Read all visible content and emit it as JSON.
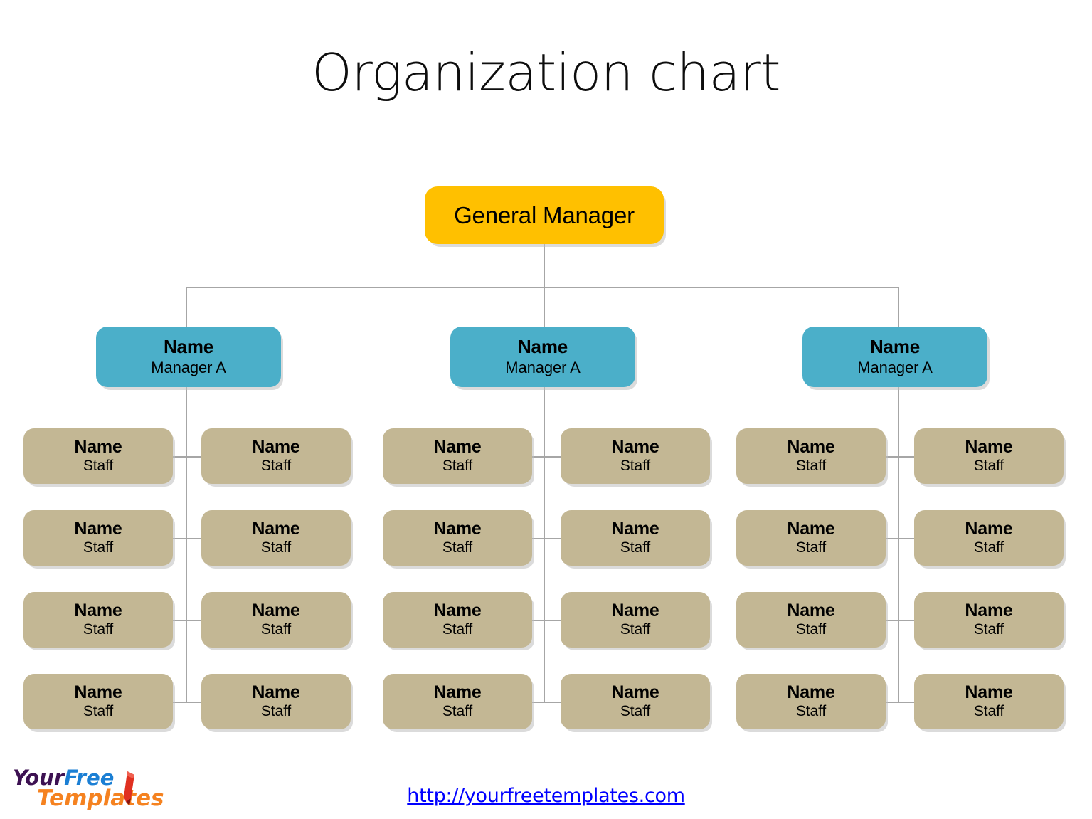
{
  "page": {
    "title": "Organization chart",
    "background_color": "#ffffff"
  },
  "colors": {
    "top_node": "#ffc000",
    "manager_node": "#4bafc9",
    "staff_node": "#c3b794",
    "connector": "#a6a6a6",
    "divider": "#e4e4e4",
    "text": "#000000",
    "link": "#0000ff",
    "logo_your": "#3d1152",
    "logo_free": "#1b7fd4",
    "logo_templates": "#f58220",
    "logo_pencil": "#e03020"
  },
  "chart_data": {
    "type": "diagram",
    "diagram_type": "organization-chart",
    "title": "Organization chart",
    "levels": 3,
    "root": {
      "label": "General Manager",
      "level": 0,
      "style": "top"
    },
    "branches": [
      {
        "id": "branch-1",
        "manager": {
          "name": "Name",
          "role": "Manager A"
        },
        "staff": [
          {
            "name": "Name",
            "role": "Staff"
          },
          {
            "name": "Name",
            "role": "Staff"
          },
          {
            "name": "Name",
            "role": "Staff"
          },
          {
            "name": "Name",
            "role": "Staff"
          },
          {
            "name": "Name",
            "role": "Staff"
          },
          {
            "name": "Name",
            "role": "Staff"
          },
          {
            "name": "Name",
            "role": "Staff"
          },
          {
            "name": "Name",
            "role": "Staff"
          }
        ]
      },
      {
        "id": "branch-2",
        "manager": {
          "name": "Name",
          "role": "Manager A"
        },
        "staff": [
          {
            "name": "Name",
            "role": "Staff"
          },
          {
            "name": "Name",
            "role": "Staff"
          },
          {
            "name": "Name",
            "role": "Staff"
          },
          {
            "name": "Name",
            "role": "Staff"
          },
          {
            "name": "Name",
            "role": "Staff"
          },
          {
            "name": "Name",
            "role": "Staff"
          },
          {
            "name": "Name",
            "role": "Staff"
          },
          {
            "name": "Name",
            "role": "Staff"
          }
        ]
      },
      {
        "id": "branch-3",
        "manager": {
          "name": "Name",
          "role": "Manager A"
        },
        "staff": [
          {
            "name": "Name",
            "role": "Staff"
          },
          {
            "name": "Name",
            "role": "Staff"
          },
          {
            "name": "Name",
            "role": "Staff"
          },
          {
            "name": "Name",
            "role": "Staff"
          },
          {
            "name": "Name",
            "role": "Staff"
          },
          {
            "name": "Name",
            "role": "Staff"
          },
          {
            "name": "Name",
            "role": "Staff"
          },
          {
            "name": "Name",
            "role": "Staff"
          }
        ]
      }
    ],
    "staff_rows": 4,
    "staff_columns_per_branch": 2,
    "total_nodes": 28
  },
  "footer": {
    "logo": {
      "word1": "Your",
      "word2": "Free",
      "word3": "Templates",
      "icon": "pencil-icon"
    },
    "url_text": "http://yourfreetemplates.com",
    "url_href": "http://yourfreetemplates.com"
  }
}
